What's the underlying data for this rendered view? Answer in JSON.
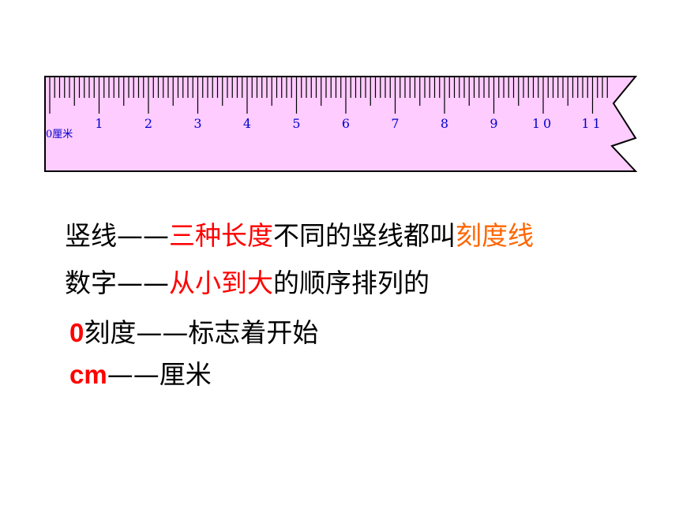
{
  "ruler": {
    "unit_label": "0厘米",
    "numbers": [
      "1",
      "2",
      "3",
      "4",
      "5",
      "6",
      "7",
      "8",
      "9",
      "10",
      "11"
    ],
    "fill_color": "#ffccff",
    "edge_color": "#000000",
    "number_color": "#0000cc"
  },
  "lines": [
    [
      {
        "text": "竖线——",
        "color": "#000000"
      },
      {
        "text": "三种长度",
        "color": "#ff0000"
      },
      {
        "text": "不同的竖线都叫",
        "color": "#000000"
      },
      {
        "text": "刻度线",
        "color": "#ff6600"
      }
    ],
    [
      {
        "text": "数字——",
        "color": "#000000"
      },
      {
        "text": "从小到大",
        "color": "#ff0000"
      },
      {
        "text": "的顺序排列的",
        "color": "#000000"
      }
    ],
    [
      {
        "text": "0",
        "color": "#ff0000",
        "bold": true
      },
      {
        "text": "刻度——标志着开始",
        "color": "#000000"
      }
    ],
    [
      {
        "text": "cm",
        "color": "#ff0000",
        "bold": true
      },
      {
        "text": "——厘米",
        "color": "#000000"
      }
    ]
  ]
}
